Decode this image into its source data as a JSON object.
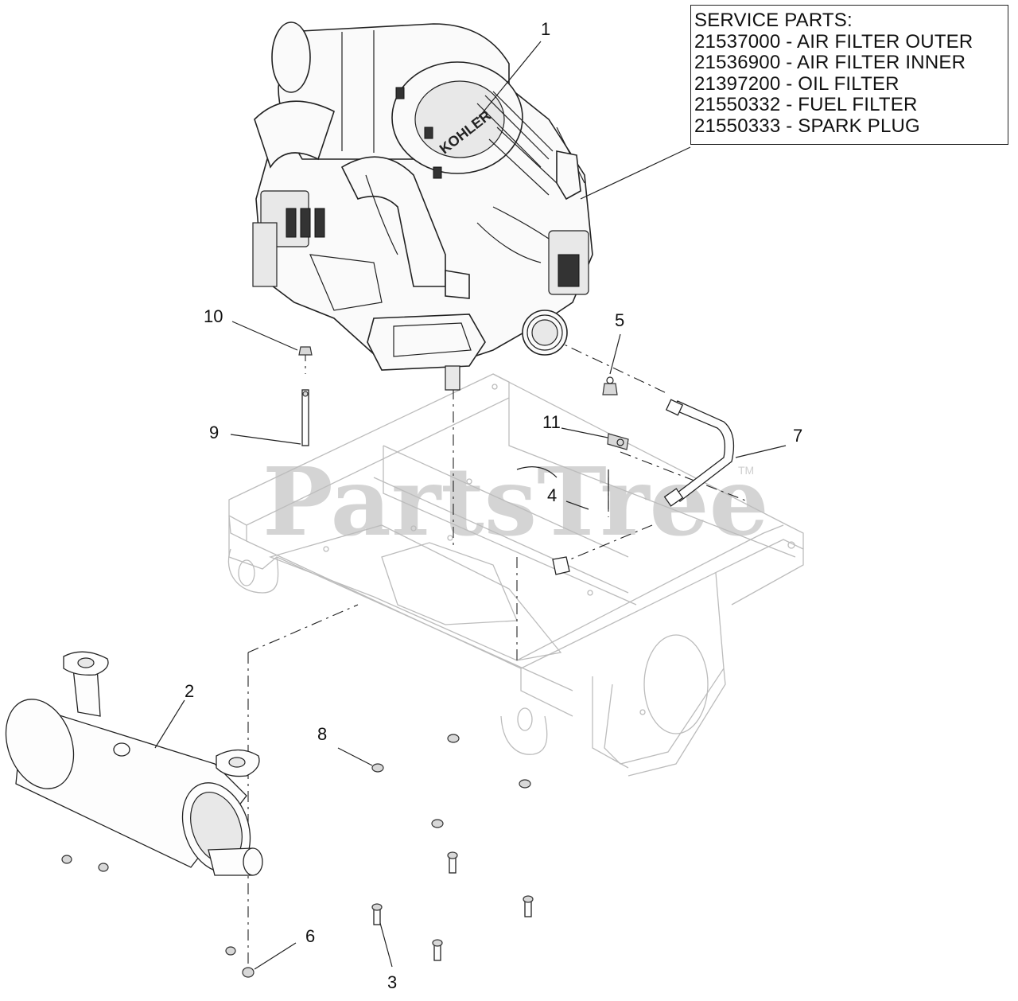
{
  "service_parts": {
    "heading": "SERVICE PARTS:",
    "items": [
      "21537000 - AIR FILTER OUTER",
      "21536900 - AIR FILTER INNER",
      "21397200 - OIL FILTER",
      "21550332 - FUEL FILTER",
      "21550333 - SPARK PLUG"
    ]
  },
  "callouts": {
    "c1": "1",
    "c2": "2",
    "c3": "3",
    "c4": "4",
    "c5": "5",
    "c6": "6",
    "c7": "7",
    "c8": "8",
    "c9": "9",
    "c10": "10",
    "c11": "11"
  },
  "engine_brand": "KOHLER",
  "watermark": "PartsTree",
  "trademark": "TM"
}
